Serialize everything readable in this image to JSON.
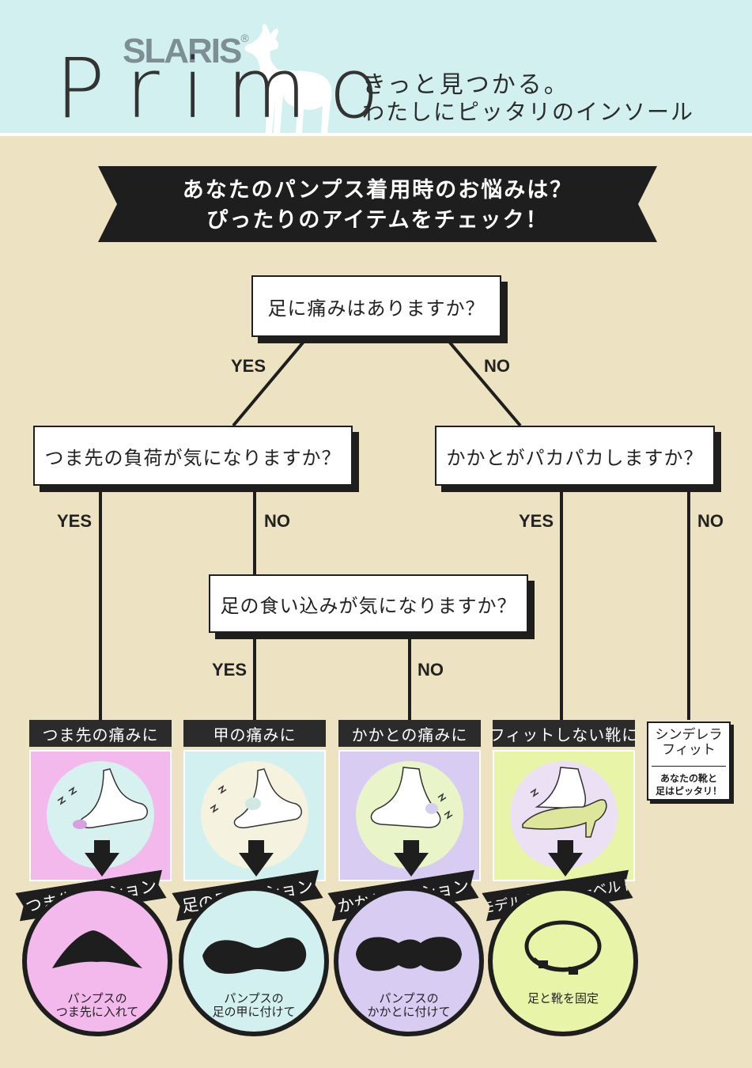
{
  "header": {
    "brand": "SLARIS",
    "registered": "®",
    "product": "Primo",
    "tagline_line1": "きっと見つかる。",
    "tagline_line2": "わたしにピッタリのインソール"
  },
  "banner": {
    "line1": "あなたのパンプス着用時のお悩みは？",
    "line2": "ぴったりのアイテムをチェック！"
  },
  "questions": {
    "q1": "足に痛みはありますか？",
    "q2": "つま先の負荷が気になりますか？",
    "q3": "かかとがパカパカしますか？",
    "q4": "足の食い込みが気になりますか？"
  },
  "answers": {
    "yes": "YES",
    "no": "NO"
  },
  "results": [
    {
      "head": "つま先の痛みに",
      "product": "つま先クッション",
      "caption1": "パンプスの",
      "caption2": "つま先に入れて",
      "panel_color": "#f3b8ec",
      "circle_color": "#d7f0f0",
      "ring_color": "#f3b8ec"
    },
    {
      "head": "甲の痛みに",
      "product": "足の甲クッション",
      "caption1": "パンプスの",
      "caption2": "足の甲に付けて",
      "panel_color": "#d3f0f0",
      "circle_color": "#f6f2e0",
      "ring_color": "#d3f0f0"
    },
    {
      "head": "かかとの痛みに",
      "product": "かかとクッション",
      "caption1": "パンプスの",
      "caption2": "かかとに付けて",
      "panel_color": "#d9ccf3",
      "circle_color": "#e9f5c8",
      "ring_color": "#d9ccf3"
    },
    {
      "head": "フィットしない靴に",
      "product": "モデルウォーカーベルト",
      "caption1": "",
      "caption2": "足と靴を固定",
      "panel_color": "#e8f5a8",
      "circle_color": "#ece0f5",
      "ring_color": "#e8f5a8"
    }
  ],
  "cinderella": {
    "title1": "シンデレラ",
    "title2": "フィット",
    "note1": "あなたの靴と",
    "note2": "足はピッタリ！"
  }
}
